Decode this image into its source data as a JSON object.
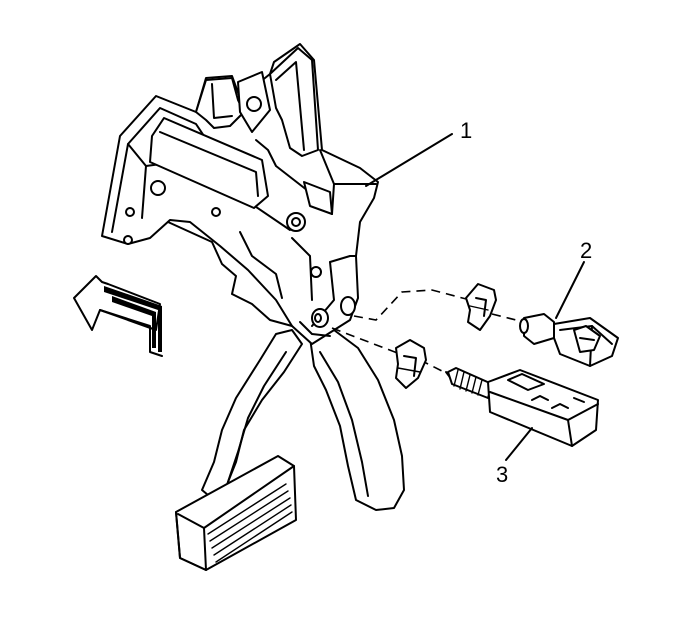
{
  "callouts": [
    {
      "id": "1",
      "label": "1"
    },
    {
      "id": "2",
      "label": "2"
    },
    {
      "id": "3",
      "label": "3"
    }
  ],
  "icons": {
    "arrow": "direction-arrow-icon"
  },
  "colors": {
    "line": "#000000",
    "background": "#ffffff"
  }
}
